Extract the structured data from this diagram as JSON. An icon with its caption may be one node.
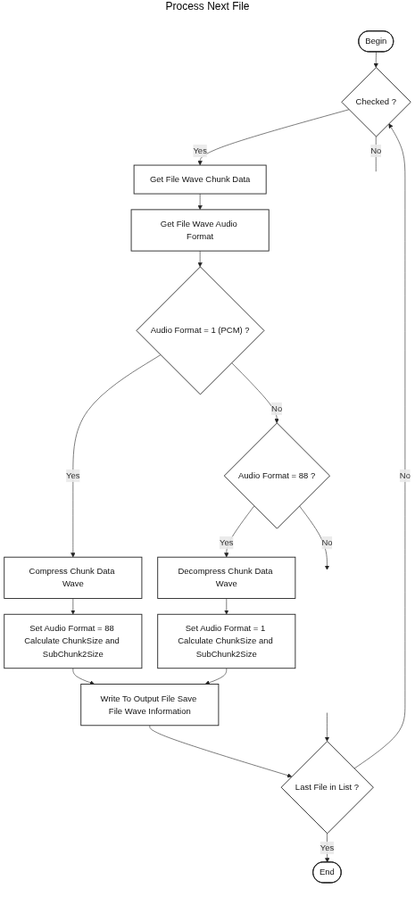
{
  "diagram": {
    "nodes": [
      {
        "text": [
          "Begin"
        ]
      },
      {
        "text": [
          "Checked ?"
        ]
      },
      {
        "text": [
          "Get File Wave Chunk Data"
        ]
      },
      {
        "text": [
          "Get File Wave Audio Format"
        ]
      },
      {
        "text": [
          "Audio Format = 1 (PCM) ?"
        ]
      },
      {
        "text": [
          "Audio Format = 88 ?"
        ]
      },
      {
        "text": [
          "Compress Chunk Data Wave"
        ]
      },
      {
        "text": [
          "Decompress Chunk Data Wave"
        ]
      },
      {
        "text": [
          "Set Audio Format = 88 Calculate ChunkSize and SubChunk2Size"
        ]
      },
      {
        "text": [
          "Set Audio Format = 1 Calculate ChunkSize and SubChunk2Size"
        ]
      },
      {
        "text": [
          "Write To Output File Save File Wave Information"
        ]
      },
      {
        "text": [
          "Last File in List ?"
        ]
      },
      {
        "text": [
          "End"
        ]
      }
    ],
    "edges": [
      {
        "from": 0,
        "to": 1,
        "arrow": "to"
      },
      {
        "from": 1,
        "to": 2,
        "arrow": "to",
        "label": "Yes"
      },
      {
        "from": 2,
        "to": 3,
        "arrow": "to"
      },
      {
        "from": 3,
        "to": 4,
        "arrow": "to"
      },
      {
        "from": 4,
        "to": 5,
        "arrow": "to",
        "label": "No"
      },
      {
        "from": 4,
        "to": 6,
        "arrow": "to",
        "label": "Yes"
      },
      {
        "from": 5,
        "to": 7,
        "arrow": "to",
        "label": "Yes"
      },
      {
        "from": 6,
        "to": 8,
        "arrow": "to"
      },
      {
        "from": 7,
        "to": 9,
        "arrow": "to"
      },
      {
        "from": 8,
        "to": 10,
        "arrow": "to"
      },
      {
        "from": 9,
        "to": 10,
        "arrow": "to"
      },
      {
        "from": 10,
        "to": 11,
        "arrow": "to"
      },
      {
        "from": 11,
        "to": 1,
        "arrow": "to",
        "label": "No"
      },
      {
        "from": 11,
        "to": 12,
        "arrow": "to",
        "label": "Yes"
      },
      {
        "from": 1,
        "to": null,
        "arrow": "none",
        "label": "No"
      },
      {
        "from": 5,
        "to": null,
        "arrow": "to",
        "label": "No"
      },
      {
        "from": null,
        "to": 11,
        "arrow": "to"
      }
    ],
    "labels": [
      "Process Next File"
    ]
  }
}
